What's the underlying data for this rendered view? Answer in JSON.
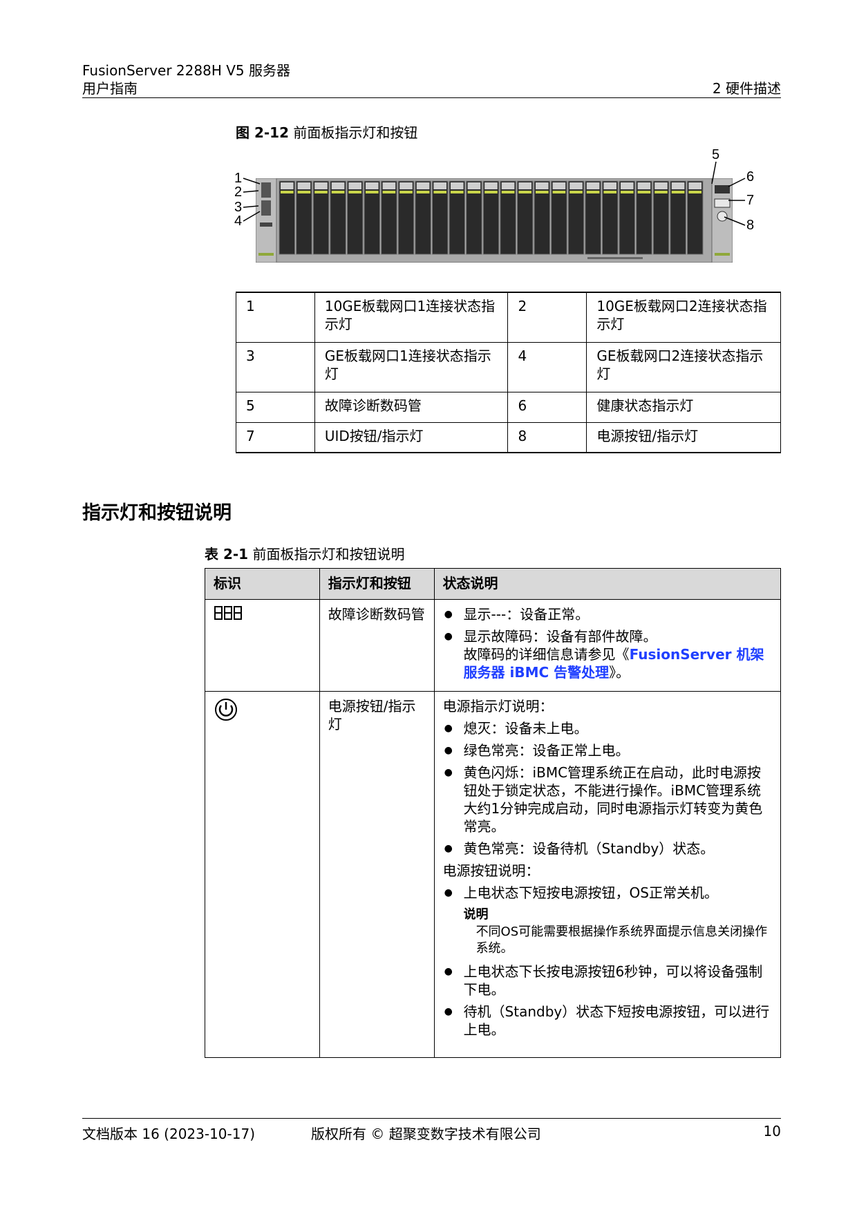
{
  "header": {
    "product": "FusionServer 2288H V5 服务器",
    "doc": "用户指南",
    "chapter": "2 硬件描述"
  },
  "figure": {
    "caption_num": "图 2-12",
    "caption_text": " 前面板指示灯和按钮",
    "callouts": [
      "1",
      "2",
      "3",
      "4",
      "5",
      "6",
      "7",
      "8"
    ]
  },
  "legend": [
    [
      "1",
      "10GE板载网口1连接状态指示灯",
      "2",
      "10GE板载网口2连接状态指示灯"
    ],
    [
      "3",
      "GE板载网口1连接状态指示灯",
      "4",
      "GE板载网口2连接状态指示灯"
    ],
    [
      "5",
      "故障诊断数码管",
      "6",
      "健康状态指示灯"
    ],
    [
      "7",
      "UID按钮/指示灯",
      "8",
      "电源按钮/指示灯"
    ]
  ],
  "section_title": "指示灯和按钮说明",
  "table": {
    "caption_num": "表 2-1",
    "caption_text": " 前面板指示灯和按钮说明",
    "headers": [
      "标识",
      "指示灯和按钮",
      "状态说明"
    ],
    "row1": {
      "name": "故障诊断数码管",
      "items": [
        "显示---：设备正常。",
        "显示故障码：设备有部件故障。"
      ],
      "detail_prefix": "故障码的详细信息请参见《",
      "detail_link": "FusionServer 机架服务器 iBMC 告警处理",
      "detail_suffix": "》。"
    },
    "row2": {
      "name": "电源按钮/指示灯",
      "intro1": "电源指示灯说明：",
      "items1": [
        "熄灭：设备未上电。",
        "绿色常亮：设备正常上电。",
        "黄色闪烁：iBMC管理系统正在启动，此时电源按钮处于锁定状态，不能进行操作。iBMC管理系统大约1分钟完成启动，同时电源指示灯转变为黄色常亮。",
        "黄色常亮：设备待机（Standby）状态。"
      ],
      "intro2": "电源按钮说明：",
      "item2a": "上电状态下短按电源按钮，OS正常关机。",
      "note_title": "说明",
      "note_body": "不同OS可能需要根据操作系统界面提示信息关闭操作系统。",
      "items2": [
        "上电状态下长按电源按钮6秒钟，可以将设备强制下电。",
        "待机（Standby）状态下短按电源按钮，可以进行上电。"
      ]
    }
  },
  "footer": {
    "version": "文档版本 16 (2023-10-17)",
    "copyright": "版权所有 © 超聚变数字技术有限公司",
    "page": "10"
  }
}
